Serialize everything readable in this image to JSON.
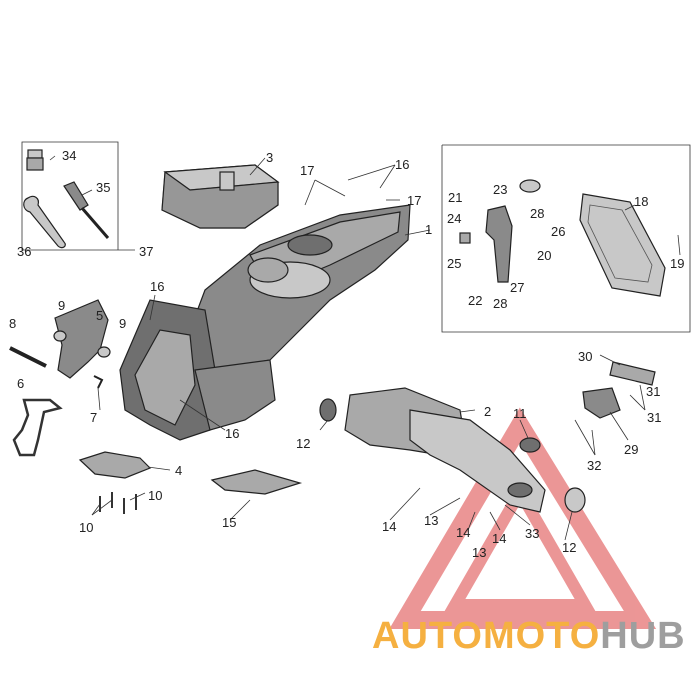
{
  "callouts": {
    "c1": "1",
    "c2": "2",
    "c3": "3",
    "c4": "4",
    "c5": "5",
    "c6": "6",
    "c7": "7",
    "c8": "8",
    "c9a": "9",
    "c9b": "9",
    "c10a": "10",
    "c10b": "10",
    "c11": "11",
    "c12a": "12",
    "c12b": "12",
    "c13a": "13",
    "c13b": "13",
    "c14a": "14",
    "c14b": "14",
    "c14c": "14",
    "c15": "15",
    "c16a": "16",
    "c16b": "16",
    "c16c": "16",
    "c17a": "17",
    "c17b": "17",
    "c18": "18",
    "c19": "19",
    "c20": "20",
    "c21": "21",
    "c22": "22",
    "c23": "23",
    "c24": "24",
    "c25": "25",
    "c26": "26",
    "c27": "27",
    "c28a": "28",
    "c28b": "28",
    "c29": "29",
    "c30": "30",
    "c31a": "31",
    "c31b": "31",
    "c32": "32",
    "c33": "33",
    "c34": "34",
    "c35": "35",
    "c36": "36",
    "c37": "37"
  },
  "watermark": {
    "part1": "AUTO",
    "part2": "MOTO",
    "part3": "HUB",
    "color_orange": "#f5b041",
    "color_grey": "#9e9e9e",
    "triangle_color": "#e57373"
  }
}
